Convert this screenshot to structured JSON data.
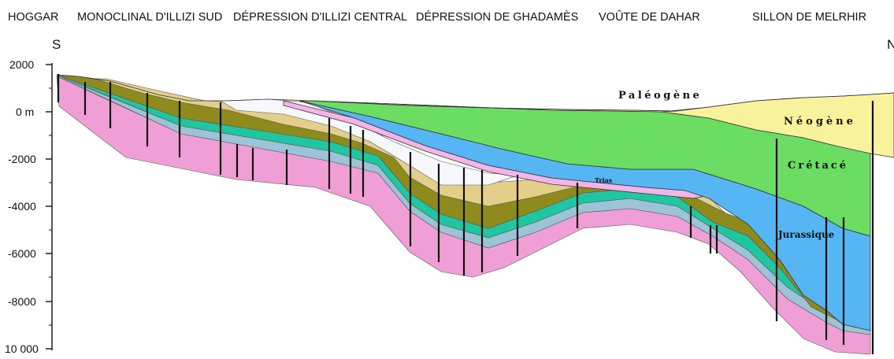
{
  "regions": [
    "HOGGAR",
    "MONOCLINAL D'ILLIZI SUD",
    "DÉPRESSION D'ILLIZI CENTRAL",
    "DÉPRESSION DE GHADAMÈS",
    "VOÛTE DE DAHAR",
    "SILLON DE MELRHIR"
  ],
  "directions": {
    "south": "S",
    "north": "N"
  },
  "depth_axis": [
    "2000",
    "0 m",
    "-2000",
    "-4000",
    "-6000",
    "-8000",
    "10 000"
  ],
  "units": {
    "paleogene": "Paléogène",
    "neogene": "Néogène",
    "cretace": "Crétacé",
    "trias": "Trias",
    "jurassique": "Jurassique"
  },
  "colors": {
    "paleozoic_pink": "#f09fd6",
    "paleozoic_blue_gray": "#9cc3d6",
    "paleozoic_teal": "#1ec7a1",
    "paleozoic_olive": "#8f8a1c",
    "paleozoic_tan": "#e3cf8a",
    "trias": "#f3b5e8",
    "jurassique": "#56b6f4",
    "cretace": "#6bdd62",
    "neogene": "#f9f29c",
    "paleogene": "#f8f1c4",
    "eroded_white": "#f7f8fb"
  }
}
